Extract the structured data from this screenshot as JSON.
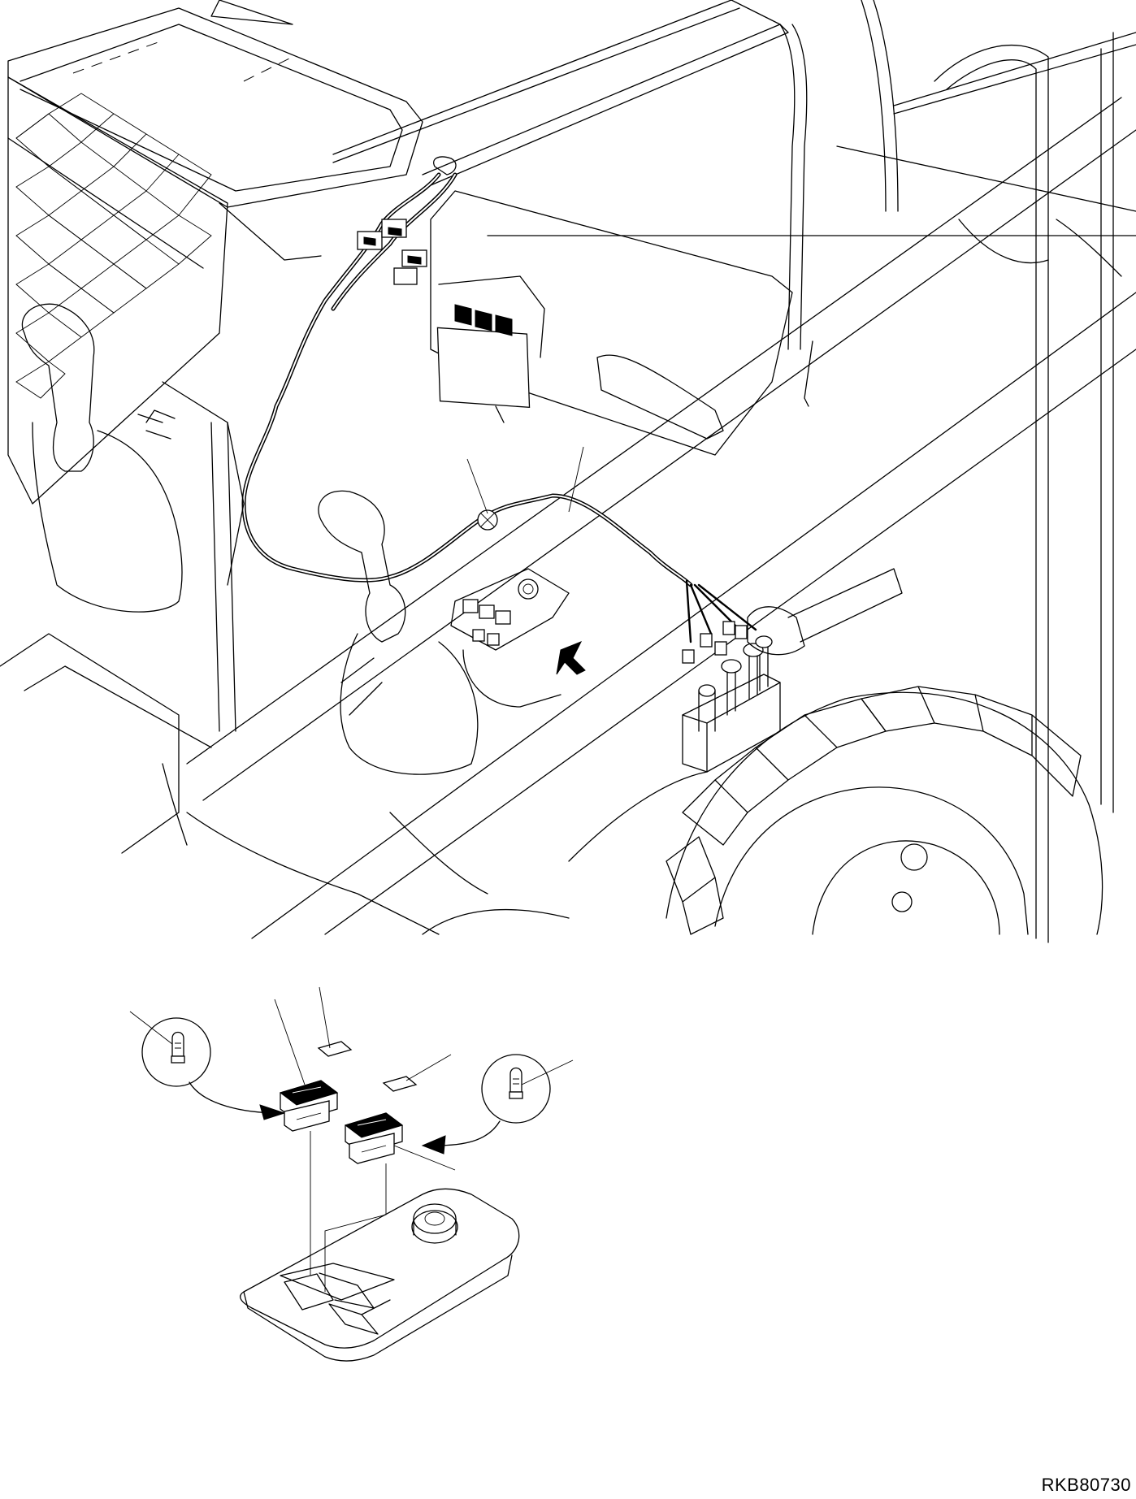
{
  "drawing": {
    "code": "RKB80730",
    "icons": [
      "cab-frame",
      "rops-grille",
      "joystick-left",
      "joystick-right",
      "wiring-harness",
      "switch-panel",
      "solenoid-valve-block",
      "tire",
      "switch",
      "switch-bulb",
      "switch-lens"
    ]
  }
}
